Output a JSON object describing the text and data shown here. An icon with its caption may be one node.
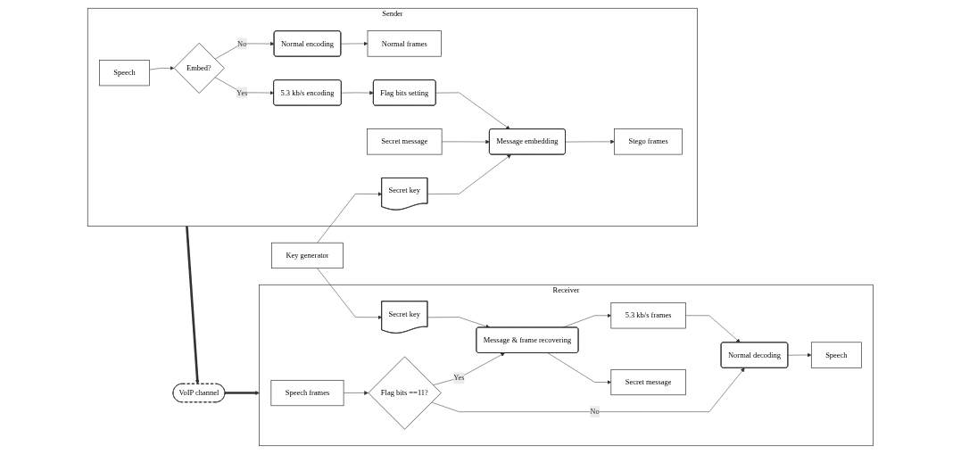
{
  "diagram": {
    "nodes": [
      {
        "text": [
          "Sender"
        ]
      },
      {
        "text": [
          "Speech"
        ],
        "in": 0
      },
      {
        "text": [
          "Embed?"
        ],
        "in": 0
      },
      {
        "text": [
          "Normal encoding"
        ],
        "in": 0
      },
      {
        "text": [
          "5.3 kb/s encoding"
        ],
        "in": 0
      },
      {
        "text": [
          "Normal frames"
        ],
        "in": 0
      },
      {
        "text": [
          "Flag bits setting"
        ],
        "in": 0
      },
      {
        "text": [
          "Secret message"
        ],
        "in": 0
      },
      {
        "text": [
          "Message embedding"
        ],
        "in": 0
      },
      {
        "text": [
          "Stego frames"
        ],
        "in": 0
      },
      {
        "text": [
          "Secret key"
        ],
        "in": 0
      },
      {
        "text": [
          "VoIP channel"
        ]
      },
      {
        "text": [
          "Key generator"
        ]
      },
      {
        "text": [
          "Receiver"
        ]
      },
      {
        "text": [
          "Speech frames"
        ],
        "in": 13
      },
      {
        "text": [
          "Flag bits ==11?"
        ],
        "in": 13
      },
      {
        "text": [
          "Message & frame recovering"
        ],
        "in": 13
      },
      {
        "text": [
          "Secret key"
        ],
        "in": 13
      },
      {
        "text": [
          "5.3 kb/s frames"
        ],
        "in": 13
      },
      {
        "text": [
          "Normal decoding"
        ],
        "in": 13
      },
      {
        "text": [
          "Secret message"
        ],
        "in": 13
      },
      {
        "text": [
          "Speech"
        ],
        "in": 13
      }
    ],
    "edges": [
      {
        "from": 1,
        "to": 2,
        "arrow": "to"
      },
      {
        "from": 2,
        "to": 3,
        "label": "No",
        "arrow": "to"
      },
      {
        "from": 2,
        "to": 4,
        "label": "Yes",
        "arrow": "to"
      },
      {
        "from": 3,
        "to": 5,
        "arrow": "to"
      },
      {
        "from": 4,
        "to": 6,
        "arrow": "to"
      },
      {
        "from": 6,
        "to": 8,
        "arrow": "to"
      },
      {
        "from": 7,
        "to": 8,
        "arrow": "to"
      },
      {
        "from": 8,
        "to": 9,
        "arrow": "to"
      },
      {
        "from": 10,
        "to": 8,
        "arrow": "to"
      },
      {
        "from": 12,
        "to": 10,
        "arrow": "to"
      },
      {
        "from": 12,
        "to": 17,
        "arrow": "to"
      },
      {
        "from": 0,
        "to": 11,
        "arrow": "to",
        "style": "thick"
      },
      {
        "from": 11,
        "to": 13,
        "arrow": "to",
        "style": "thick"
      },
      {
        "from": 14,
        "to": 15,
        "arrow": "to"
      },
      {
        "from": 15,
        "to": 16,
        "label": "Yes",
        "arrow": "to"
      },
      {
        "from": 15,
        "to": 19,
        "label": "No",
        "arrow": "to"
      },
      {
        "from": 17,
        "to": 16,
        "arrow": "to"
      },
      {
        "from": 16,
        "to": 18,
        "arrow": "to"
      },
      {
        "from": 18,
        "to": 19,
        "arrow": "to"
      },
      {
        "from": 16,
        "to": 20,
        "arrow": "to"
      },
      {
        "from": 19,
        "to": 21,
        "arrow": "to"
      }
    ]
  }
}
